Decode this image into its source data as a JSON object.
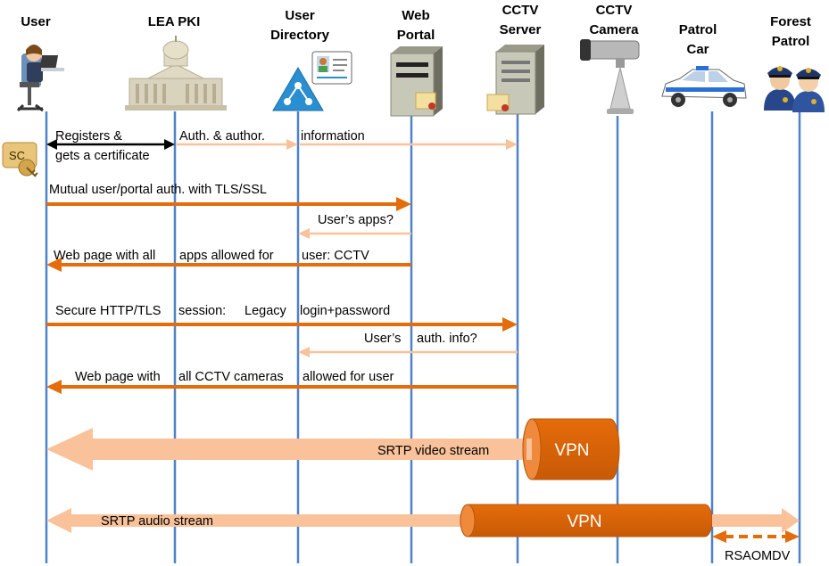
{
  "colors": {
    "lifeline": "#4f82c8",
    "dark_orange": "#e46c0a",
    "light_orange": "#f9c29a",
    "black": "#000000",
    "vpn_fill": "#e46c0a",
    "vpn_text": "#ffffff"
  },
  "participants": [
    {
      "id": "user",
      "name_lines": [
        "User"
      ],
      "icon": "user-at-laptop-icon"
    },
    {
      "id": "lea-pki",
      "name_lines": [
        "LEA PKI"
      ],
      "icon": "government-building-icon"
    },
    {
      "id": "user-directory",
      "name_lines": [
        "User",
        "Directory"
      ],
      "icon": "directory-id-card-icon"
    },
    {
      "id": "web-portal",
      "name_lines": [
        "Web",
        "Portal"
      ],
      "icon": "server-tower-icon"
    },
    {
      "id": "cctv-server",
      "name_lines": [
        "CCTV",
        "Server"
      ],
      "icon": "server-tower-icon"
    },
    {
      "id": "cctv-camera",
      "name_lines": [
        "CCTV",
        "Camera"
      ],
      "icon": "security-camera-icon"
    },
    {
      "id": "patrol-car",
      "name_lines": [
        "Patrol",
        "Car"
      ],
      "icon": "police-car-icon"
    },
    {
      "id": "forest-patrol",
      "name_lines": [
        "Forest",
        "Patrol"
      ],
      "icon": "police-officers-icon"
    }
  ],
  "smartcard_label": "SC",
  "messages": {
    "registers_line1": "Registers &",
    "registers_line2": "gets a certificate",
    "auth_author": "Auth. &  author.",
    "information": "information",
    "mutual_auth": "Mutual user/portal auth. with TLS/SSL",
    "users_apps": "User’s apps?",
    "web_page_apps_a": "Web page with all",
    "web_page_apps_b": "apps allowed for",
    "web_page_apps_c": "user: CCTV",
    "secure_http_a": "Secure HTTP/TLS",
    "secure_http_b": "session:",
    "secure_http_c": "Legacy",
    "secure_http_d": "login+password",
    "users_auth_a": "User’s",
    "users_auth_b": "auth. info?",
    "web_page_cctv_a": "Web page with",
    "web_page_cctv_b": "all CCTV cameras",
    "web_page_cctv_c": "allowed for user",
    "srtp_video": "SRTP video stream",
    "vpn_video": "VPN",
    "srtp_audio": "SRTP audio  stream",
    "vpn_audio": "VPN",
    "rsaomdv": "RSAOMDV"
  }
}
